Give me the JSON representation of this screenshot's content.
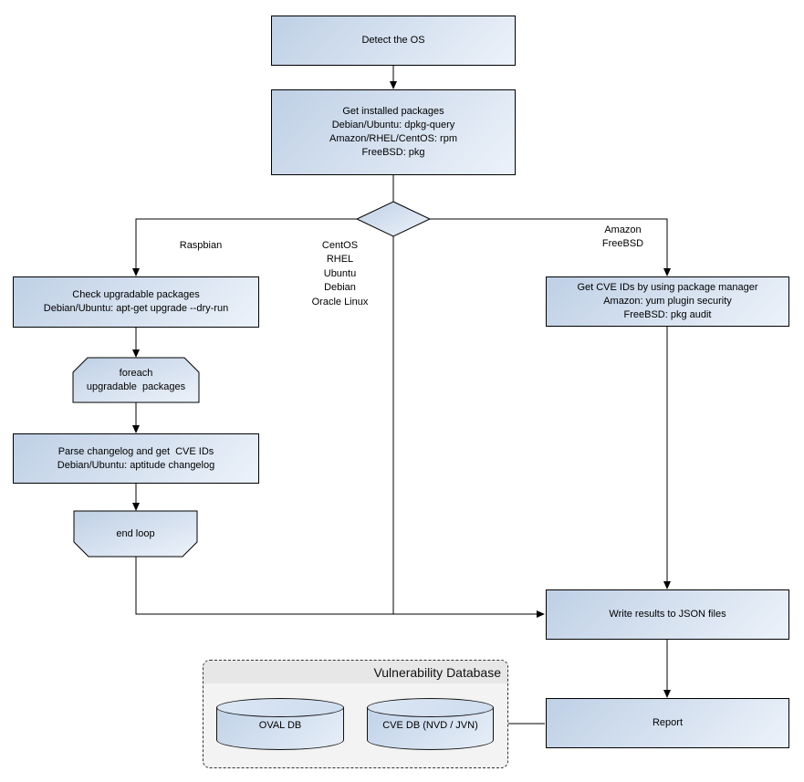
{
  "canvas": {
    "background": "#ffffff",
    "node_fill_start": "#bfd0e5",
    "node_fill_end": "#ecf2fa",
    "border_color": "#000000"
  },
  "nodes": {
    "detect_os": {
      "lines": [
        "Detect the OS"
      ]
    },
    "get_installed_packages": {
      "lines": [
        "Get installed packages",
        "Debian/Ubuntu: dpkg-query",
        "Amazon/RHEL/CentOS: rpm",
        "FreeBSD: pkg"
      ]
    },
    "check_upgradable": {
      "lines": [
        "Check upgradable packages",
        "Debian/Ubuntu: apt-get upgrade --dry-run"
      ]
    },
    "foreach_loop": {
      "lines": [
        "foreach",
        "upgradable  packages"
      ]
    },
    "parse_changelog": {
      "lines": [
        "Parse changelog and get  CVE IDs",
        "Debian/Ubuntu: aptitude changelog"
      ]
    },
    "end_loop": {
      "lines": [
        "end loop"
      ]
    },
    "get_cve_ids": {
      "lines": [
        "Get CVE IDs by using package manager",
        "Amazon: yum plugin security",
        "FreeBSD: pkg audit"
      ]
    },
    "write_results": {
      "lines": [
        "Write results to JSON files"
      ]
    },
    "report": {
      "lines": [
        "Report"
      ]
    }
  },
  "branch_labels": {
    "left": "Raspbian",
    "center": [
      "CentOS",
      "RHEL",
      "Ubuntu",
      "Debian",
      "Oracle Linux"
    ],
    "right": [
      "Amazon",
      "FreeBSD"
    ]
  },
  "database": {
    "title": "Vulnerability Database",
    "cylinders": [
      "OVAL DB",
      "CVE DB (NVD / JVN)"
    ]
  }
}
